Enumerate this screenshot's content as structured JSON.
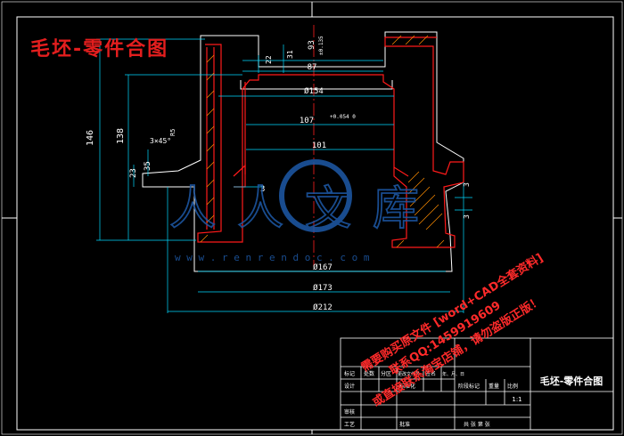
{
  "drawing": {
    "title_overlay": "毛坯-零件合图",
    "watermark_logo": "人人文库",
    "watermark_url": "w w w . r e n r e n d o c . c o m",
    "overlay_line1": "需要购买原文件 [word+CAD全套资料]",
    "overlay_line2": "联系QQ:1459919609",
    "overlay_line3": "或直接联系淘宝店铺，请勿盗版正版！",
    "colors": {
      "background": "#000000",
      "lines": "#ffffff",
      "part": "#ff1a1a",
      "hatch": "#ff8c00",
      "dimension": "#00ffff",
      "center": "#ff0000",
      "watermark": "#1e5aa8"
    }
  },
  "dimensions": {
    "d_146": "146",
    "d_138": "138",
    "d_93": "93",
    "d_93_tol": "±0.135",
    "d_87": "87",
    "d_22": "22",
    "d_31": "31",
    "d_154": "Ø154",
    "d_107": "107",
    "d_107_tol": "+0.054 0",
    "d_101": "101",
    "d_35": "35",
    "d_23": "23",
    "chamfer": "3×45°",
    "d_3a": "3",
    "d_3b": "3",
    "d_3c": "3",
    "d_167": "Ø167",
    "d_173": "Ø173",
    "d_212": "Ø212",
    "d_r": "R5"
  },
  "title_block": {
    "part_name": "毛坯-零件合图",
    "scale": "1:1",
    "headers": [
      "标记",
      "处数",
      "分区",
      "更改文件号",
      "签名",
      "年、月、日"
    ],
    "labels": {
      "design": "设计",
      "standard": "标准化",
      "process": "工艺",
      "review": "审核",
      "approve": "批准",
      "stage": "阶段标记",
      "weight": "重量",
      "ratio": "比例",
      "sheets": "共 张 第 张"
    }
  }
}
